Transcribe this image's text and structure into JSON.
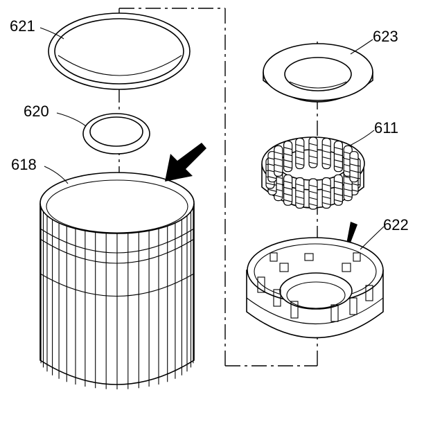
{
  "diagram": {
    "callouts": [
      {
        "id": "c621",
        "text": "621",
        "part": "outer snap ring (large)"
      },
      {
        "id": "c620",
        "text": "620",
        "part": "small snap ring"
      },
      {
        "id": "c618",
        "text": "618",
        "part": "splined clutch housing"
      },
      {
        "id": "c623",
        "text": "623",
        "part": "spring retainer plate"
      },
      {
        "id": "c611",
        "text": "611",
        "part": "return spring assembly"
      },
      {
        "id": "c622",
        "text": "622",
        "part": "piston housing"
      }
    ],
    "arrows": 2
  }
}
